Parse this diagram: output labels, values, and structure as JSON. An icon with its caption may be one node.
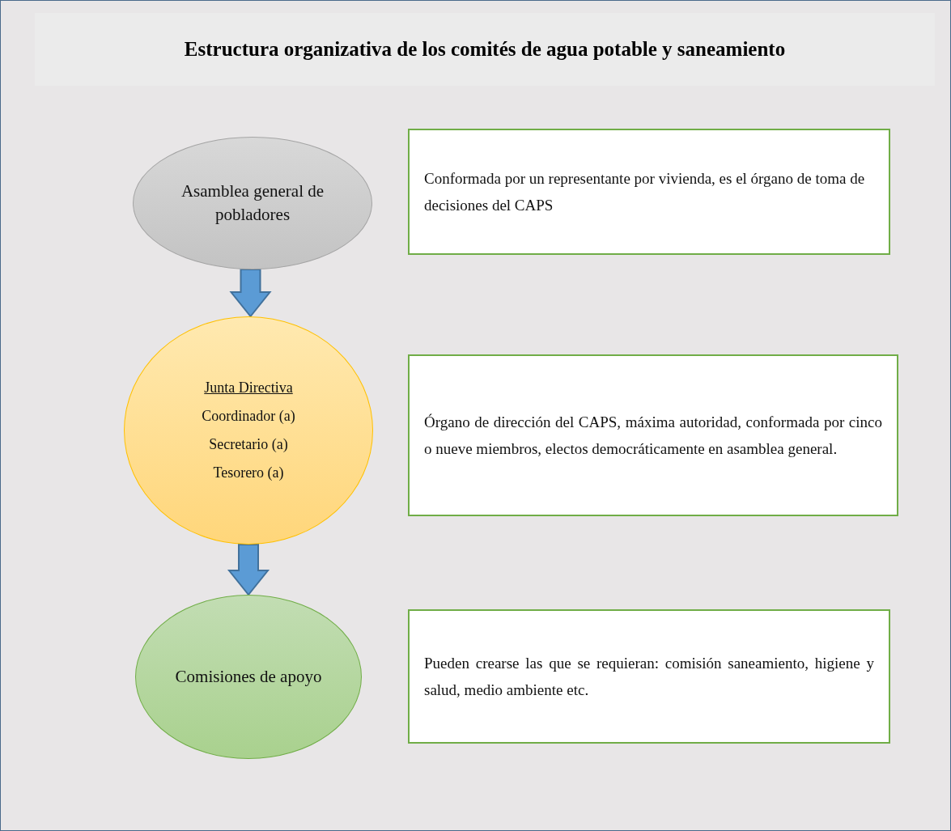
{
  "diagram": {
    "title": "Estructura organizativa de los comités de agua potable y saneamiento",
    "nodes": [
      {
        "text": [
          "Asamblea general de pobladores"
        ]
      },
      {
        "text": [
          "Conformada por un representante por vivienda, es el órgano de toma de decisiones del CAPS"
        ]
      },
      {
        "text": [
          "Junta Directiva",
          "Coordinador (a)",
          "Secretario (a)",
          "Tesorero (a)"
        ]
      },
      {
        "text": [
          "Órgano de dirección del CAPS, máxima autoridad, conformada por cinco o nueve miembros, electos democráticamente en asamblea general."
        ]
      },
      {
        "text": [
          "Comisiones de apoyo"
        ]
      },
      {
        "text": [
          "Pueden crearse las que se requieran: comisión saneamiento, higiene y salud, medio ambiente etc."
        ]
      }
    ],
    "edges": [
      {
        "from": 0,
        "to": 2,
        "arrow": "to"
      },
      {
        "from": 2,
        "to": 4,
        "arrow": "to"
      }
    ]
  }
}
